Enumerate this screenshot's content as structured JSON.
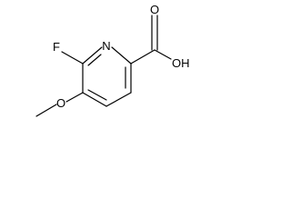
{
  "molecule": {
    "atoms": {
      "fluorine": "F",
      "nitrogen": "N",
      "carbonyl_oxygen": "O",
      "hydroxyl": "OH",
      "methoxy_oxygen": "O"
    }
  }
}
